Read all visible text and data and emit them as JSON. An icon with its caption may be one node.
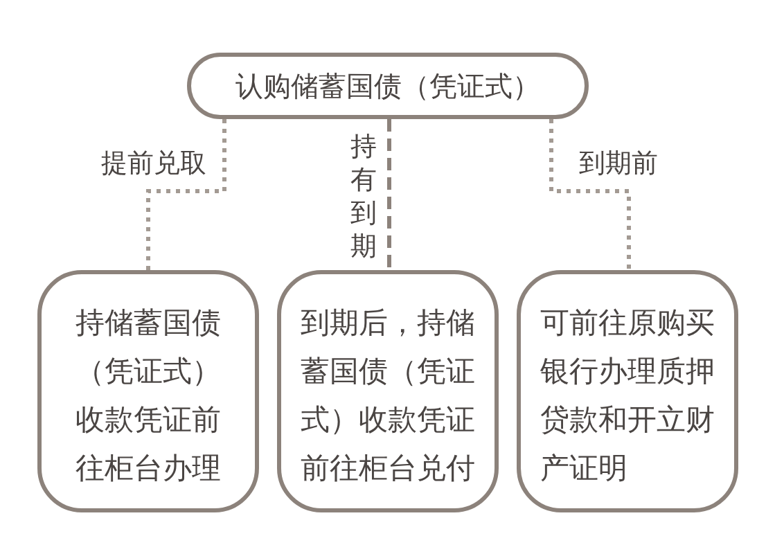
{
  "diagram": {
    "nodes": [
      {
        "text": [
          "认购储蓄国债（凭证式）"
        ]
      },
      {
        "text": [
          "持储蓄国债（凭证式）收款凭证前往柜台办理"
        ]
      },
      {
        "text": [
          "到期后，持储蓄国债（凭证式）收款凭证前往柜台兑付"
        ]
      },
      {
        "text": [
          "可前往原购买银行办理质押贷款和开立财产证明"
        ]
      }
    ],
    "edges": [
      {
        "from": 0,
        "to": 1,
        "arrow": "none",
        "label": "提前兑取"
      },
      {
        "from": 0,
        "to": 2,
        "arrow": "none",
        "label": "持有到期",
        "style": "dashed"
      },
      {
        "from": 0,
        "to": 3,
        "arrow": "none",
        "label": "到期前"
      }
    ]
  }
}
